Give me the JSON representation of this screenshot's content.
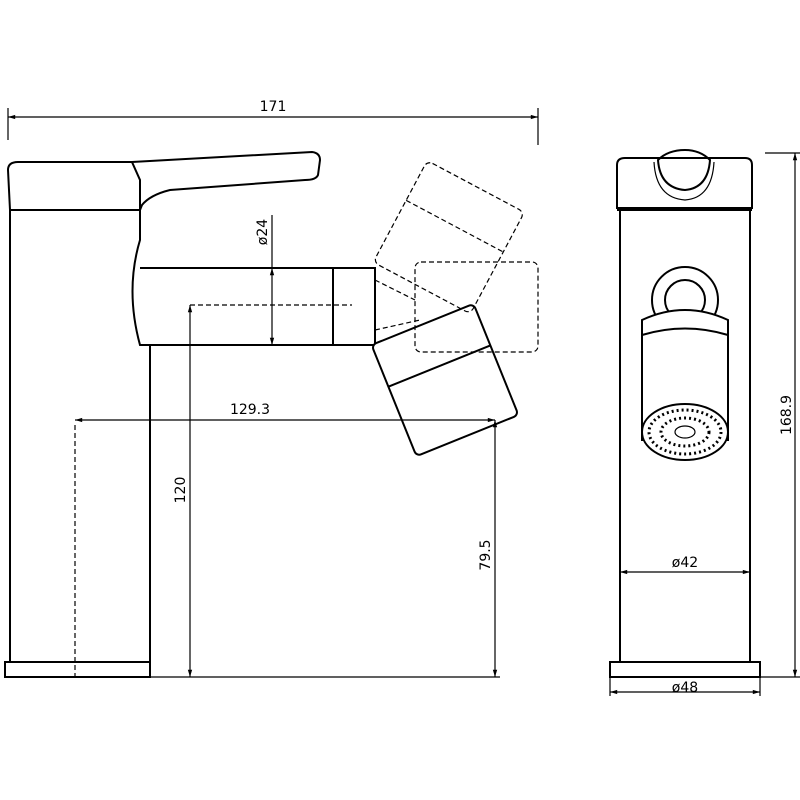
{
  "drawing": {
    "dimensions": {
      "overall_width": "171",
      "spout_diameter": "ø24",
      "spout_reach": "129.3",
      "spout_height": "120",
      "outlet_height": "79.5",
      "overall_height": "168.9",
      "body_diameter": "ø42",
      "base_diameter": "ø48"
    },
    "line_color": "#000000"
  }
}
